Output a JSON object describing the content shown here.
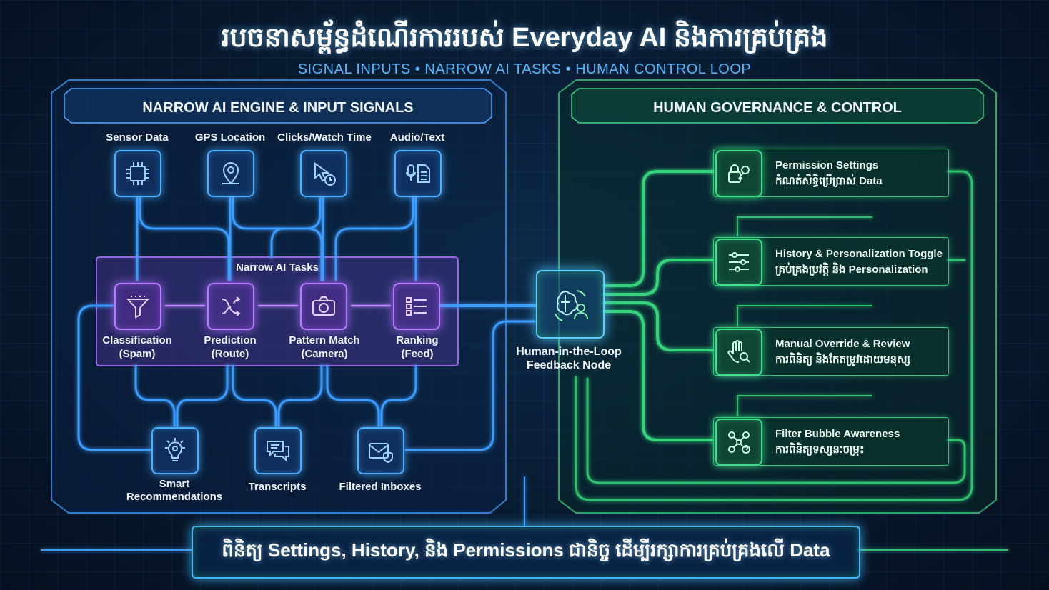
{
  "title": "របចនាសម្ព័ន្ធដំណើរការរបស់ Everyday AI និងការគ្រប់គ្រង",
  "subtitle": "SIGNAL INPUTS • NARROW AI TASKS • HUMAN CONTROL LOOP",
  "left_panel": {
    "title": "NARROW AI ENGINE & INPUT SIGNALS",
    "inputs": [
      {
        "label": "Sensor Data",
        "icon": "chip-sensor-icon"
      },
      {
        "label": "GPS Location",
        "icon": "map-pin-icon"
      },
      {
        "label": "Clicks/Watch Time",
        "icon": "cursor-clock-icon"
      },
      {
        "label": "Audio/Text",
        "icon": "mic-document-icon"
      }
    ],
    "tasks_label": "Narrow AI Tasks",
    "tasks": [
      {
        "label": "Classification",
        "sub": "(Spam)",
        "icon": "funnel-icon"
      },
      {
        "label": "Prediction",
        "sub": "(Route)",
        "icon": "route-icon"
      },
      {
        "label": "Pattern Match",
        "sub": "(Camera)",
        "icon": "camera-icon"
      },
      {
        "label": "Ranking",
        "sub": "(Feed)",
        "icon": "list-ranking-icon"
      }
    ],
    "outputs": [
      {
        "label": "Smart",
        "sub": "Recommendations",
        "icon": "lightbulb-icon"
      },
      {
        "label": "Transcripts",
        "sub": "",
        "icon": "chat-bubbles-icon"
      },
      {
        "label": "Filtered Inboxes",
        "sub": "",
        "icon": "envelope-shield-icon"
      }
    ]
  },
  "hub": {
    "label": "Human-in-the-Loop",
    "sub": "Feedback Node",
    "icon": "brain-person-icon"
  },
  "right_panel": {
    "title": "HUMAN GOVERNANCE & CONTROL",
    "controls": [
      {
        "label": "Permission Settings",
        "sub": "កំណត់សិទ្ធិប្រើប្រាស់ Data",
        "icon": "lock-key-icon"
      },
      {
        "label": "History & Personalization Toggle",
        "sub": "គ្រប់គ្រងប្រវត្តិ និង Personalization",
        "icon": "sliders-icon"
      },
      {
        "label": "Manual Override & Review",
        "sub": "ការពិនិត្យ និងកែតម្រូវដោយមនុស្ស",
        "icon": "hand-search-icon"
      },
      {
        "label": "Filter Bubble Awareness",
        "sub": "ការពិនិត្យទស្សនៈចម្រុះ",
        "icon": "network-question-icon"
      }
    ]
  },
  "bottom_banner": "ពិនិត្យ Settings, History, និង Permissions ជានិច្ច ដើម្បីរក្សាការគ្រប់គ្រងលើ Data",
  "colors": {
    "background": "#081a30",
    "blue_accent": "#4fb0ff",
    "purple_accent": "#b77dff",
    "green_accent": "#3fe08a"
  }
}
